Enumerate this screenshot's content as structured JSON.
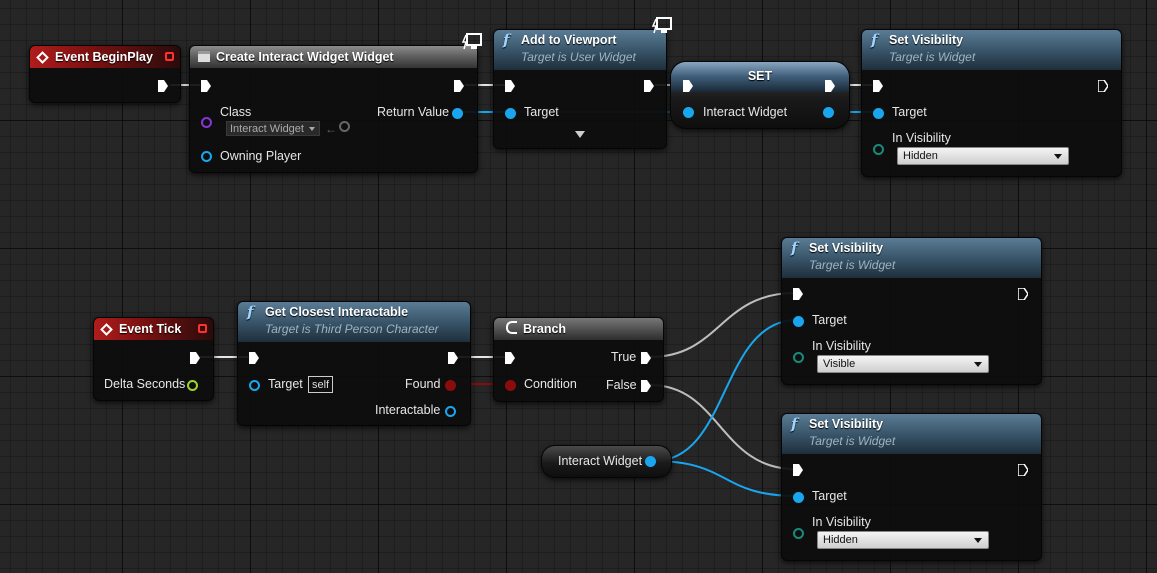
{
  "nodes": {
    "event_beginplay": {
      "title": "Event BeginPlay"
    },
    "create_widget": {
      "title": "Create Interact Widget Widget",
      "class_label": "Class",
      "class_value": "Interact Widget",
      "return_label": "Return Value",
      "owning_player_label": "Owning Player"
    },
    "add_to_viewport": {
      "fn": "f",
      "title": "Add to Viewport",
      "subtitle": "Target is User Widget",
      "target_label": "Target"
    },
    "set_var": {
      "title": "SET",
      "var_label": "Interact Widget"
    },
    "set_visibility_1": {
      "fn": "f",
      "title": "Set Visibility",
      "subtitle": "Target is Widget",
      "target_label": "Target",
      "in_vis_label": "In Visibility",
      "in_vis_value": "Hidden"
    },
    "event_tick": {
      "title": "Event Tick",
      "delta_label": "Delta Seconds"
    },
    "get_closest": {
      "fn": "f",
      "title": "Get Closest Interactable",
      "subtitle": "Target is Third Person Character",
      "target_label": "Target",
      "self_label": "self",
      "found_label": "Found",
      "interactable_label": "Interactable"
    },
    "branch": {
      "title": "Branch",
      "condition_label": "Condition",
      "true_label": "True",
      "false_label": "False"
    },
    "interact_var": {
      "label": "Interact Widget"
    },
    "set_visibility_2": {
      "fn": "f",
      "title": "Set Visibility",
      "subtitle": "Target is Widget",
      "target_label": "Target",
      "in_vis_label": "In Visibility",
      "in_vis_value": "Visible"
    },
    "set_visibility_3": {
      "fn": "f",
      "title": "Set Visibility",
      "subtitle": "Target is Widget",
      "target_label": "Target",
      "in_vis_label": "In Visibility",
      "in_vis_value": "Hidden"
    }
  },
  "colors": {
    "background": "#262626",
    "exec_wire": "#e6e6e6",
    "object_wire": "#19a6ef",
    "bool_wire": "#8a0c0c",
    "event_header": "#b01c1c",
    "function_header": "#39556a"
  },
  "icons": [
    "event-diamond-icon",
    "function-icon",
    "branch-icon",
    "widget-class-icon",
    "monitor-lightning-icon",
    "exec-pin-icon",
    "dropdown-arrow-icon",
    "close-delegate-icon"
  ]
}
